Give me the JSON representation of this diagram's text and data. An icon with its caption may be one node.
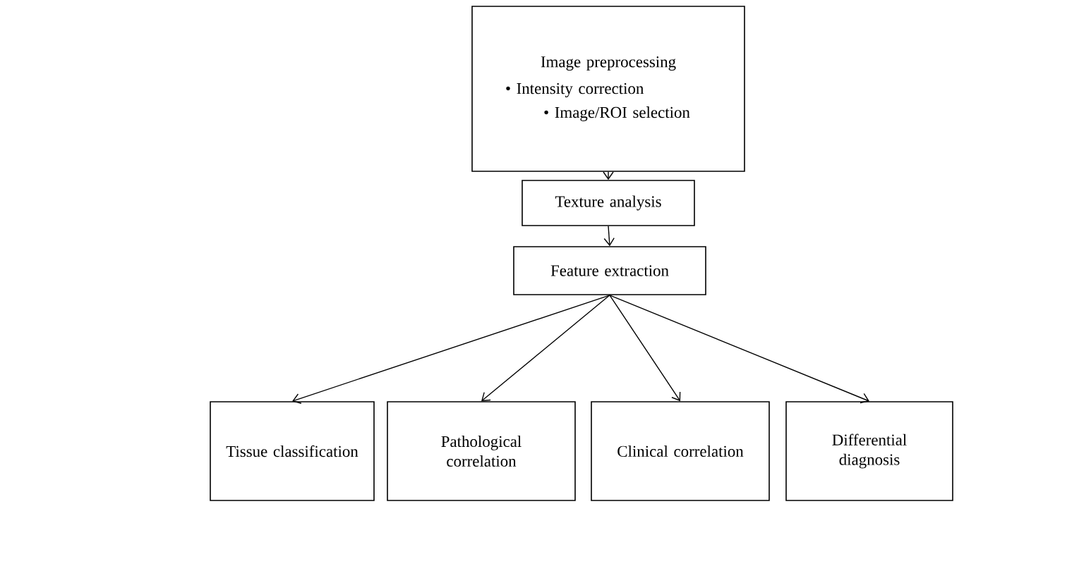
{
  "diagram": {
    "nodes": [
      {
        "text": [
          "Image preprocessing",
          "• Intensity correction",
          "• Image/ROI selection"
        ]
      },
      {
        "text": [
          "Texture analysis"
        ]
      },
      {
        "text": [
          "Feature extraction"
        ]
      },
      {
        "text": [
          "Tissue classification"
        ]
      },
      {
        "text": [
          "Pathological correlation"
        ]
      },
      {
        "text": [
          "Clinical correlation"
        ]
      },
      {
        "text": [
          "Differential diagnosis"
        ]
      }
    ],
    "edges": [
      {
        "from": 0,
        "to": 1,
        "arrow": "to"
      },
      {
        "from": 1,
        "to": 2,
        "arrow": "to"
      },
      {
        "from": 2,
        "to": 3,
        "arrow": "to"
      },
      {
        "from": 2,
        "to": 4,
        "arrow": "to"
      },
      {
        "from": 2,
        "to": 5,
        "arrow": "to"
      },
      {
        "from": 2,
        "to": 6,
        "arrow": "to"
      }
    ]
  }
}
